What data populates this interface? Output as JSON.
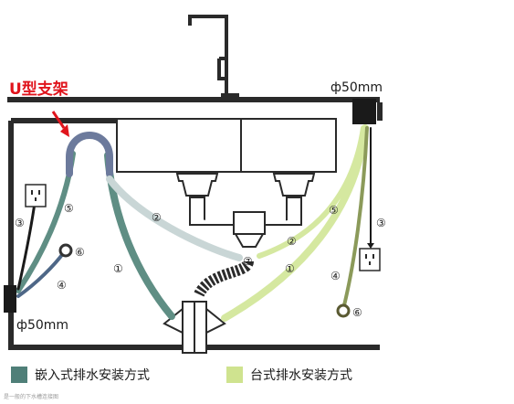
{
  "labels": {
    "u_bracket": "U型支架",
    "pipe_diameter_right": "ф50mm",
    "pipe_diameter_left": "ф50mm",
    "tiny_caption": "是一般的下水槽连接图"
  },
  "numbers": {
    "n1": "①",
    "n2": "②",
    "n3": "③",
    "n4": "④",
    "n5": "⑤",
    "n6": "⑥",
    "n7": "⑦"
  },
  "legend": {
    "embedded": {
      "label": "嵌入式排水安装方式",
      "color": "#4f7f78"
    },
    "countertop": {
      "label": "台式排水安装方式",
      "color": "#cfe38f"
    }
  },
  "colors": {
    "outline": "#2a2a2a",
    "embedded_hose": "#5f8e84",
    "countertop_hose": "#d5e8a0",
    "grey_hose": "#c9d6d6",
    "u_bracket": "#6c7a9c",
    "arrow": "#e0141c",
    "corrugated": "#2b2b2b"
  }
}
